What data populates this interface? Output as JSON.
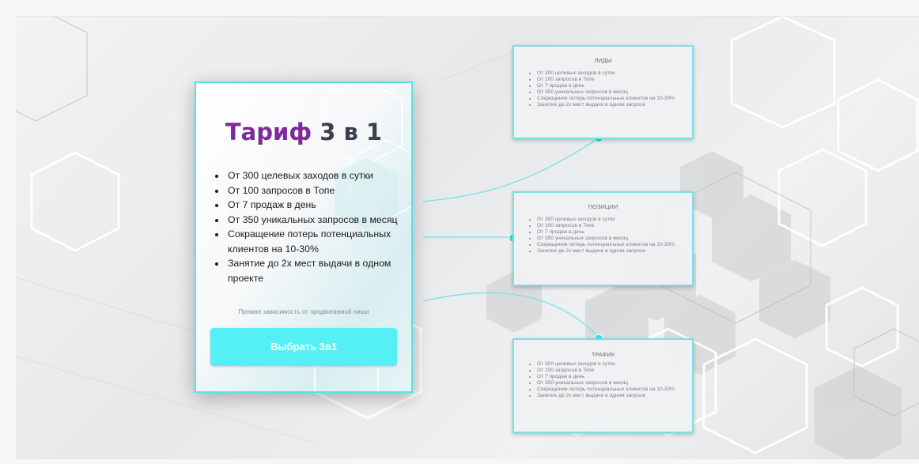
{
  "card": {
    "title_accent": "Тариф",
    "title_rest": "3 в 1",
    "items": [
      "От 300 целевых заходов в сутки",
      "От 100 запросов в Топе",
      "От 7 продаж в день",
      "От 350 уникальных запросов в месяц",
      "Сокращение потерь потенциальных клиентов на 10-30%",
      "Занятие до 2х мест выдачи в одном проекте"
    ],
    "note": "Прямая зависимость от продвигаемой ниши",
    "button_label": "Выбрать 3в1"
  },
  "panels": [
    {
      "title": "ЛИДЫ",
      "items": [
        "От 300 целевых заходов в сутки",
        "От 100 запросов в Топе",
        "От 7 продаж в день",
        "От 350 уникальных запросов в месяц",
        "Сокращение потерь потенциальных клиентов на 10-30%",
        "Занятие до 2х мест выдачи в одном запросе"
      ]
    },
    {
      "title": "ПОЗИЦИИ",
      "items": [
        "От 300 целевых заходов в сутки",
        "От 100 запросов в Топе",
        "От 7 продаж в день",
        "От 350 уникальных запросов в месяц",
        "Сокращение потерь потенциальных клиентов на 10-30%",
        "Занятие до 2х мест выдачи в одном запросе"
      ]
    },
    {
      "title": "ТРАФИК",
      "items": [
        "От 300 целевых заходов в сутки",
        "От 100 запросов в Топе",
        "От 7 продаж в день",
        "От 350 уникальных запросов в месяц",
        "Сокращение потерь потенциальных клиентов на 10-30%",
        "Занятие до 2х мест выдачи в одном запросе"
      ]
    }
  ],
  "colors": {
    "accent_cyan": "#54f0f5",
    "title_purple": "#7d2a9a",
    "title_dark": "#3f3d4d",
    "connector": "#7fe3ea",
    "dot": "#2ee6ef"
  }
}
